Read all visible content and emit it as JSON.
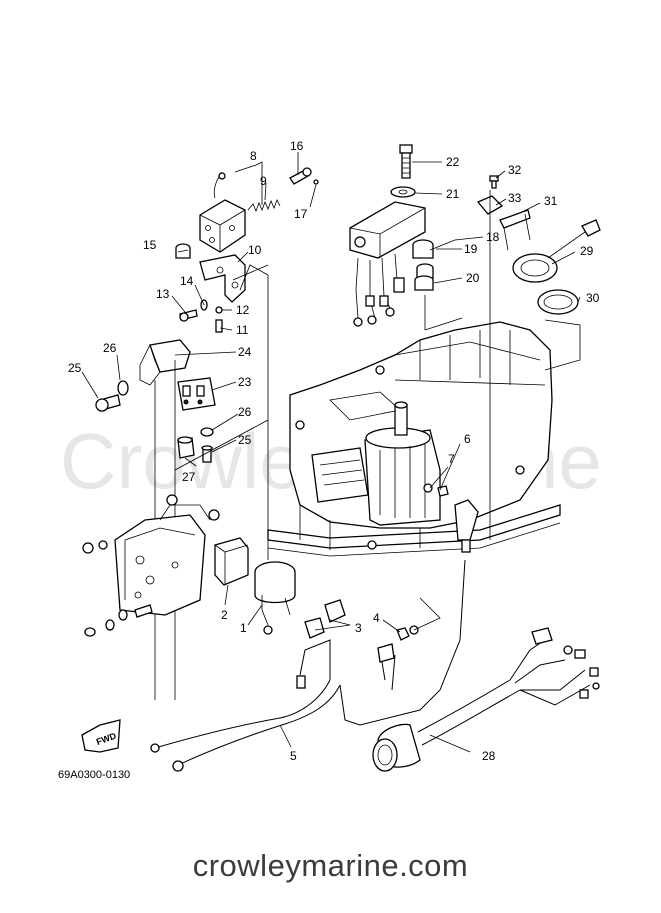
{
  "watermark": "Crowley Marine",
  "site": "crowleymarine.com",
  "diagram_code": "69A0300-0130",
  "fwd_label": "FWD",
  "callouts": [
    {
      "id": "c1",
      "label": "1"
    },
    {
      "id": "c2",
      "label": "2"
    },
    {
      "id": "c3",
      "label": "3"
    },
    {
      "id": "c4",
      "label": "4"
    },
    {
      "id": "c5",
      "label": "5"
    },
    {
      "id": "c6",
      "label": "6"
    },
    {
      "id": "c7",
      "label": "7"
    },
    {
      "id": "c8",
      "label": "8"
    },
    {
      "id": "c9",
      "label": "9"
    },
    {
      "id": "c10",
      "label": "10"
    },
    {
      "id": "c11",
      "label": "11"
    },
    {
      "id": "c12",
      "label": "12"
    },
    {
      "id": "c13",
      "label": "13"
    },
    {
      "id": "c14",
      "label": "14"
    },
    {
      "id": "c15",
      "label": "15"
    },
    {
      "id": "c16",
      "label": "16"
    },
    {
      "id": "c17",
      "label": "17"
    },
    {
      "id": "c18",
      "label": "18"
    },
    {
      "id": "c19",
      "label": "19"
    },
    {
      "id": "c20",
      "label": "20"
    },
    {
      "id": "c21",
      "label": "21"
    },
    {
      "id": "c22",
      "label": "22"
    },
    {
      "id": "c23",
      "label": "23"
    },
    {
      "id": "c24",
      "label": "24"
    },
    {
      "id": "c25a",
      "label": "25"
    },
    {
      "id": "c25b",
      "label": "25"
    },
    {
      "id": "c26a",
      "label": "26"
    },
    {
      "id": "c26b",
      "label": "26"
    },
    {
      "id": "c27",
      "label": "27"
    },
    {
      "id": "c28",
      "label": "28"
    },
    {
      "id": "c29",
      "label": "29"
    },
    {
      "id": "c30",
      "label": "30"
    },
    {
      "id": "c31",
      "label": "31"
    },
    {
      "id": "c32",
      "label": "32"
    },
    {
      "id": "c33",
      "label": "33"
    }
  ]
}
